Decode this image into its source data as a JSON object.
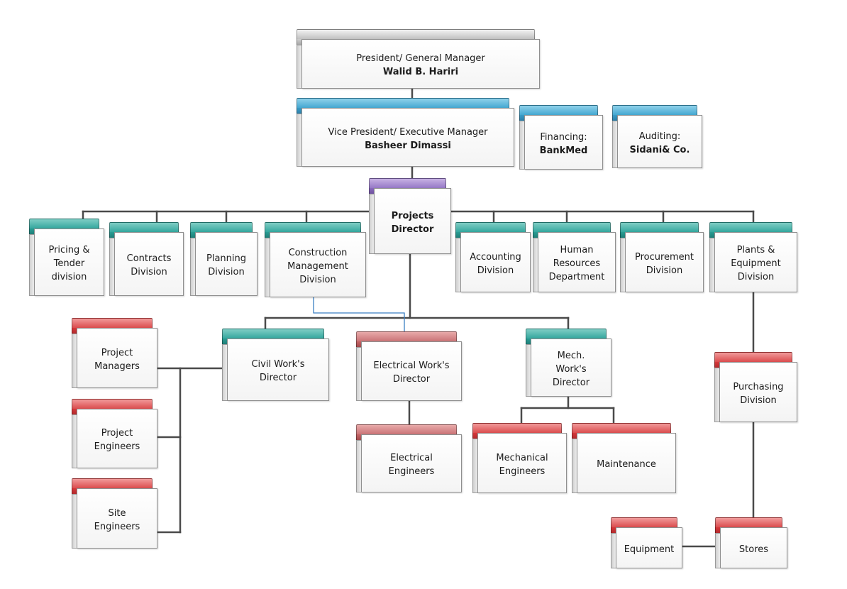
{
  "org_chart": {
    "president": {
      "line1": "President/ General Manager",
      "line2": "Walid B. Hariri"
    },
    "vice_president": {
      "line1": "Vice President/ Executive Manager",
      "line2": "Basheer Dimassi"
    },
    "financing": {
      "line1": "Financing:",
      "line2": "BankMed"
    },
    "auditing": {
      "line1": "Auditing:",
      "line2": "Sidani& Co."
    },
    "projects_director": {
      "line1": "Projects",
      "line2": "Director"
    },
    "pricing": {
      "line1": "Pricing &",
      "line2": "Tender",
      "line3": "division"
    },
    "contracts": {
      "line1": "Contracts",
      "line2": "Division"
    },
    "planning": {
      "line1": "Planning",
      "line2": "Division"
    },
    "construction": {
      "line1": "Construction",
      "line2": "Management",
      "line3": "Division"
    },
    "accounting": {
      "line1": "Accounting",
      "line2": "Division"
    },
    "human_resources": {
      "line1": "Human",
      "line2": "Resources",
      "line3": "Department"
    },
    "procurement": {
      "line1": "Procurement",
      "line2": "Division"
    },
    "plants": {
      "line1": "Plants &",
      "line2": "Equipment",
      "line3": "Division"
    },
    "project_managers": {
      "line1": "Project",
      "line2": "Managers"
    },
    "project_engineers": {
      "line1": "Project",
      "line2": "Engineers"
    },
    "site_engineers": {
      "line1": "Site",
      "line2": "Engineers"
    },
    "civil_director": {
      "line1": "Civil Work's",
      "line2": "Director"
    },
    "electrical_director": {
      "line1": "Electrical Work's",
      "line2": "Director"
    },
    "mech_director": {
      "line1": "Mech.",
      "line2": "Work's",
      "line3": "Director"
    },
    "electrical_engineers": {
      "line1": "Electrical",
      "line2": "Engineers"
    },
    "mechanical_engineers": {
      "line1": "Mechanical",
      "line2": "Engineers"
    },
    "maintenance": {
      "line1": "Maintenance"
    },
    "purchasing": {
      "line1": "Purchasing",
      "line2": "Division"
    },
    "equipment": {
      "line1": "Equipment"
    },
    "stores": {
      "line1": "Stores"
    }
  },
  "colors": {
    "gray": "#bdbdbd",
    "blue": "#3ea4cf",
    "teal": "#2ea39a",
    "purple": "#9274c4",
    "red": "#d94648",
    "rose": "#c77072",
    "connector": "#4a4a4a",
    "connector_highlight": "#3a7fc4"
  }
}
